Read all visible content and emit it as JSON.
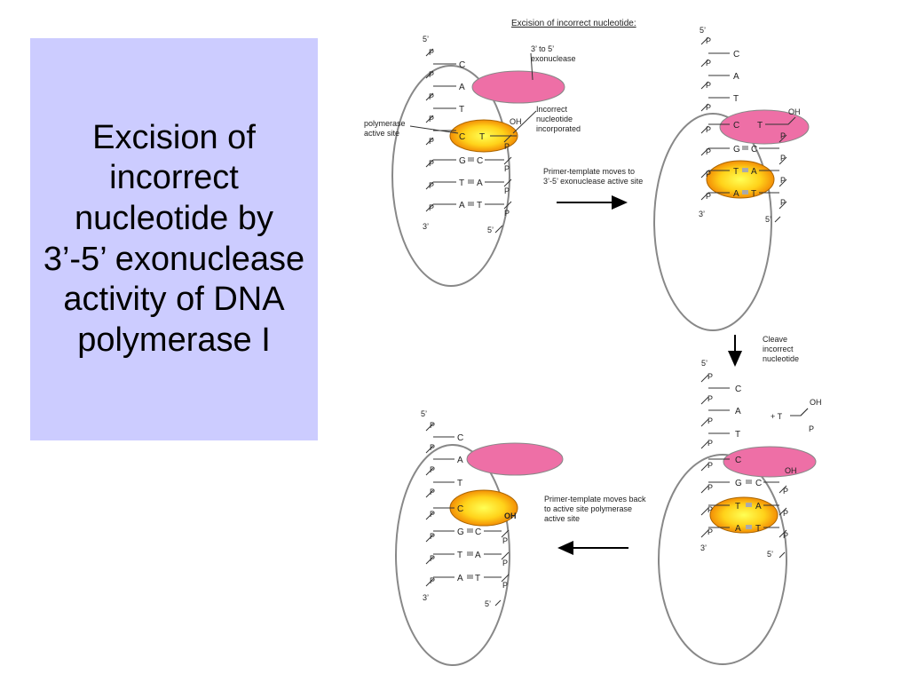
{
  "slide": {
    "title": "Excision of incorrect nucleotide by 3’-5’ exonuclease activity of DNA polymerase I"
  },
  "figure": {
    "heading": "Excision of incorrect nucleotide:",
    "labels": {
      "exonuclease": "3’ to 5’ exonuclease",
      "polymerase_site": "polymerase active site",
      "incorrect_incorporated": "Incorrect nucleotide incorporated",
      "moves_to_exo": "Primer-template moves to 3’-5’ exonuclease active site",
      "cleave": "Cleave incorrect nucleotide",
      "moves_back": "Primer-template moves back to active site polymerase active site",
      "oh": "OH",
      "plus_t": "+ T",
      "p": "P",
      "five_prime": "5’",
      "three_prime": "3’"
    },
    "colors": {
      "exonuclease": "#ee6fa6",
      "polymerase_center": "#ffee33",
      "polymerase_edge": "#f08a00",
      "slide_box": "#ccccff"
    },
    "panels": [
      {
        "name": "top-left",
        "template": [
          "C",
          "A",
          "T",
          "C",
          "G",
          "T",
          "A"
        ],
        "primer": [
          "T",
          "C",
          "A",
          "T"
        ]
      },
      {
        "name": "top-right",
        "template": [
          "C",
          "A",
          "T",
          "C",
          "G",
          "T",
          "A"
        ],
        "primer": [
          "T",
          "C",
          "A",
          "T"
        ]
      },
      {
        "name": "bottom-right",
        "template": [
          "C",
          "A",
          "T",
          "C",
          "G",
          "T",
          "A"
        ],
        "primer": [
          "C",
          "A",
          "T"
        ]
      },
      {
        "name": "bottom-left",
        "template": [
          "C",
          "A",
          "T",
          "C",
          "G",
          "T",
          "A"
        ],
        "primer": [
          "C",
          "A",
          "T"
        ]
      }
    ]
  }
}
